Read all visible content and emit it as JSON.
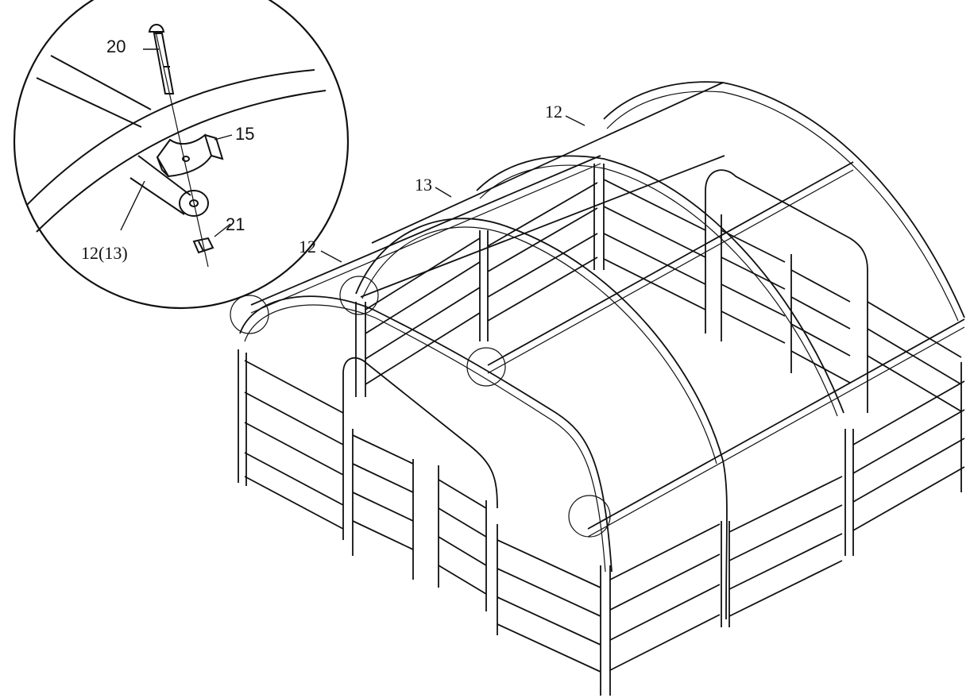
{
  "labels": {
    "part_20": "20",
    "part_15": "15",
    "part_21": "21",
    "part_12_13": "12(13)",
    "part_12_front": "12",
    "part_13": "13",
    "part_12_back": "12"
  },
  "colors": {
    "line": "#111111",
    "background": "#ffffff"
  }
}
